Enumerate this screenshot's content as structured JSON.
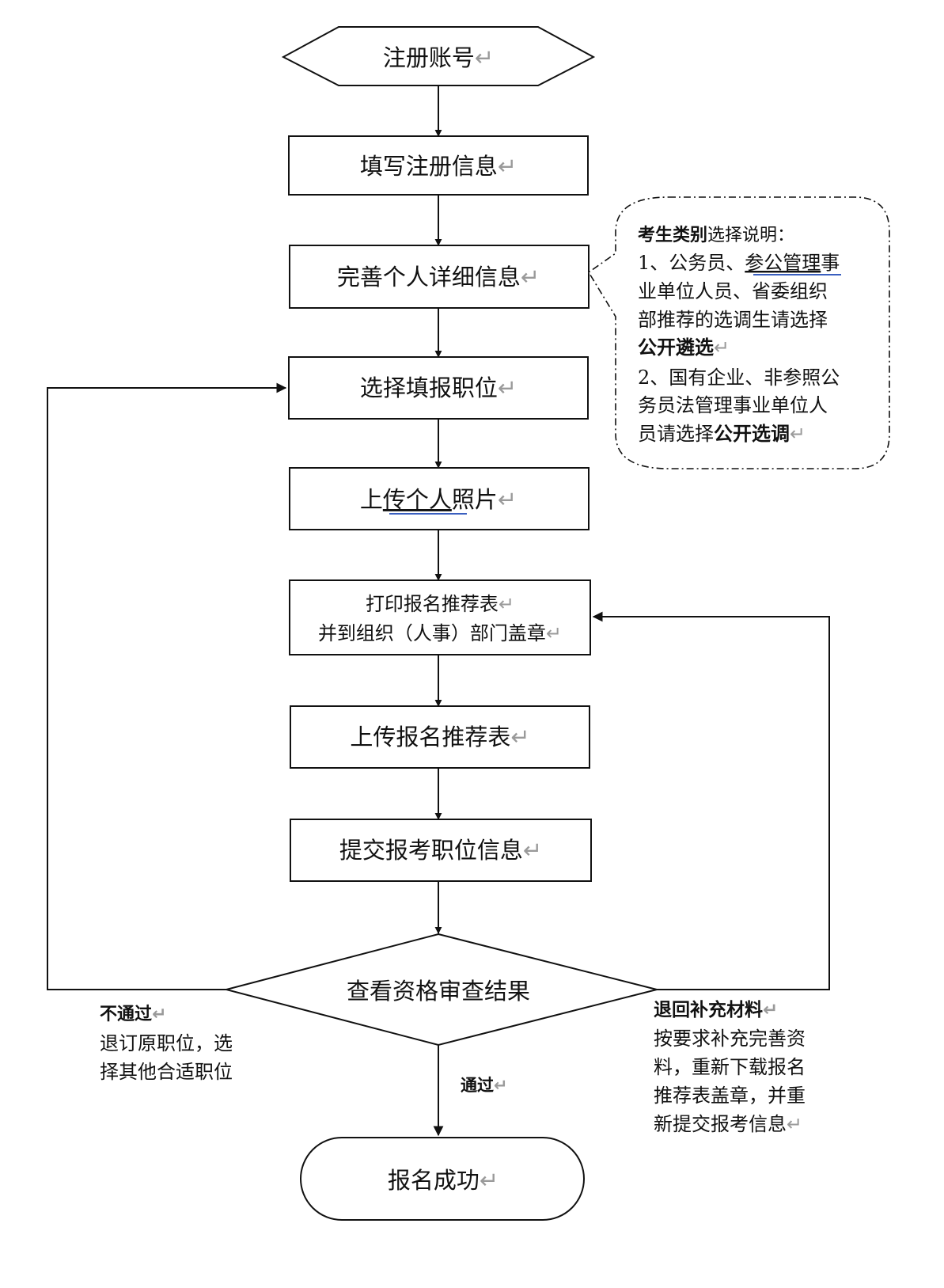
{
  "return_mark": "↵",
  "flowchart": {
    "start": "注册账号",
    "steps": {
      "fill_registration": "填写注册信息",
      "complete_profile": "完善个人详细信息",
      "select_position": "选择填报职位",
      "upload_photo_pre": "上",
      "upload_photo_link": "传个人",
      "upload_photo_post": "照片",
      "print_form_line1": "打印报名推荐表",
      "print_form_line2": "并到组织（人事）部门盖章",
      "upload_form": "上传报名推荐表",
      "submit_info": "提交报考职位信息"
    },
    "decision": "查看资格审查结果",
    "end": "报名成功",
    "note": {
      "title_bold": "考生类别",
      "title_rest": "选择说明：",
      "item1_line1_pre": "1、公务员、",
      "item1_line1_link": "参公管理",
      "item1_line1_post": "事",
      "item1_line2": "业单位人员、省委组织",
      "item1_line3": "部推荐的选调生请选择",
      "item1_line4_bold": "公开遴选",
      "item2_line1": "2、国有企业、非参照公",
      "item2_line2": "务员法管理事业单位人",
      "item2_line3_pre": "员请选择",
      "item2_line3_bold": "公开选调"
    },
    "branches": {
      "fail_title": "不通过",
      "fail_line1": "退订原职位，选",
      "fail_line2": "择其他合适职位",
      "pass": "通过",
      "return_title": "退回补充材料",
      "return_line1": "按要求补充完善资",
      "return_line2": "料，重新下载报名",
      "return_line3": "推荐表盖章，并重",
      "return_line4": "新提交报考信息"
    }
  }
}
